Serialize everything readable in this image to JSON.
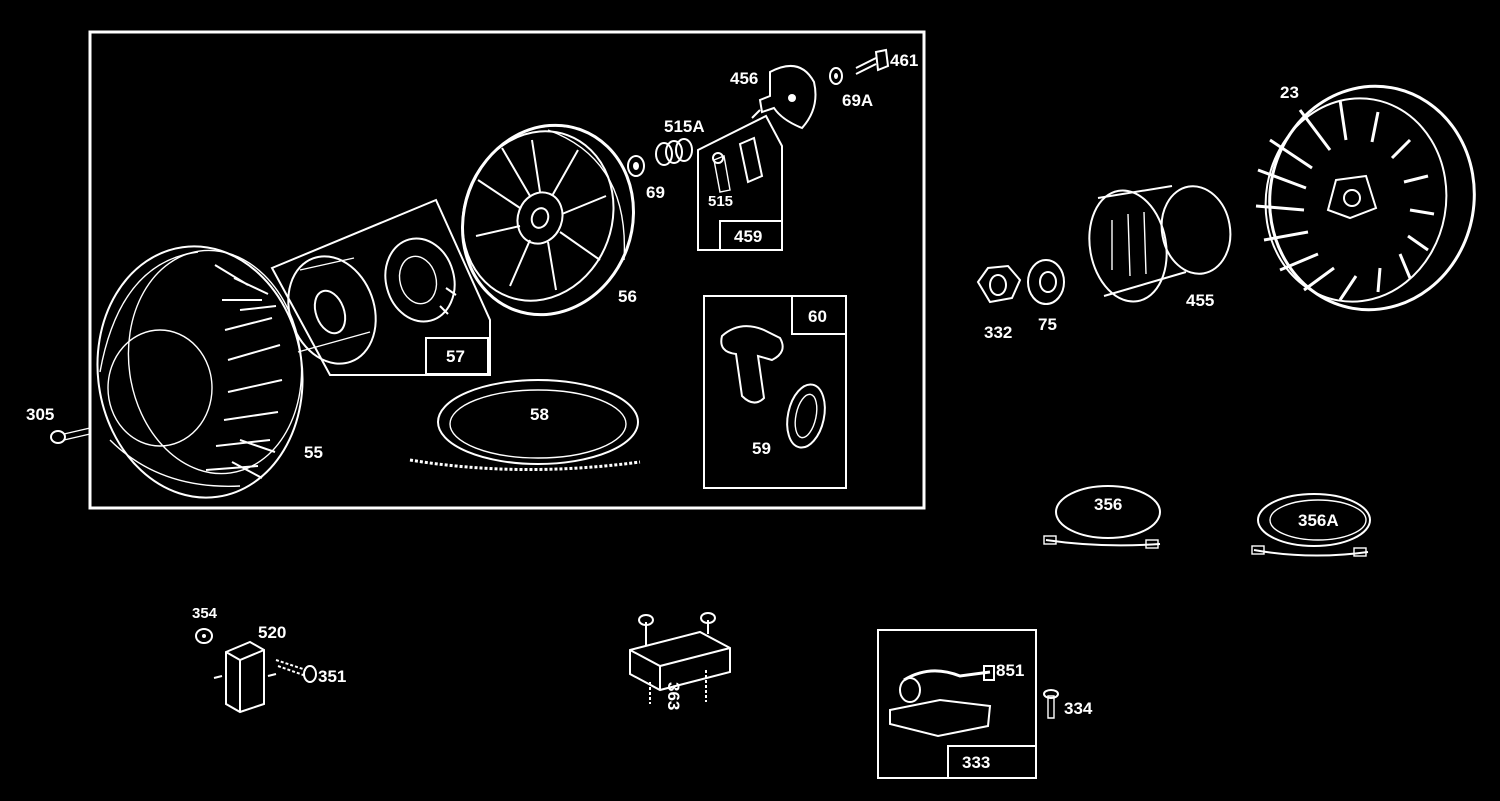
{
  "parts": {
    "p23": "23",
    "p55": "55",
    "p56": "56",
    "p57": "57",
    "p58": "58",
    "p59": "59",
    "p60": "60",
    "p69": "69",
    "p69a": "69A",
    "p75": "75",
    "p305": "305",
    "p332": "332",
    "p333": "333",
    "p334": "334",
    "p351": "351",
    "p354": "354",
    "p356": "356",
    "p356a": "356A",
    "p363": "363",
    "p455": "455",
    "p456": "456",
    "p459": "459",
    "p461": "461",
    "p515": "515",
    "p515a": "515A",
    "p520": "520",
    "p851": "851"
  }
}
